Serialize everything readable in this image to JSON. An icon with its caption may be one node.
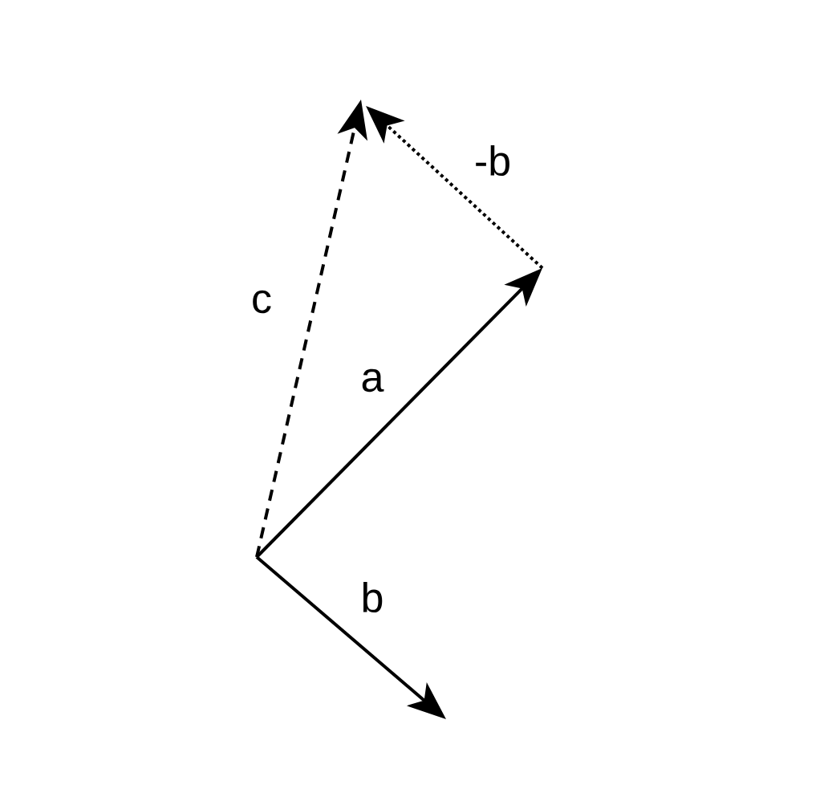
{
  "diagram": {
    "labels": [
      "-b",
      "c",
      "a",
      "b"
    ]
  }
}
